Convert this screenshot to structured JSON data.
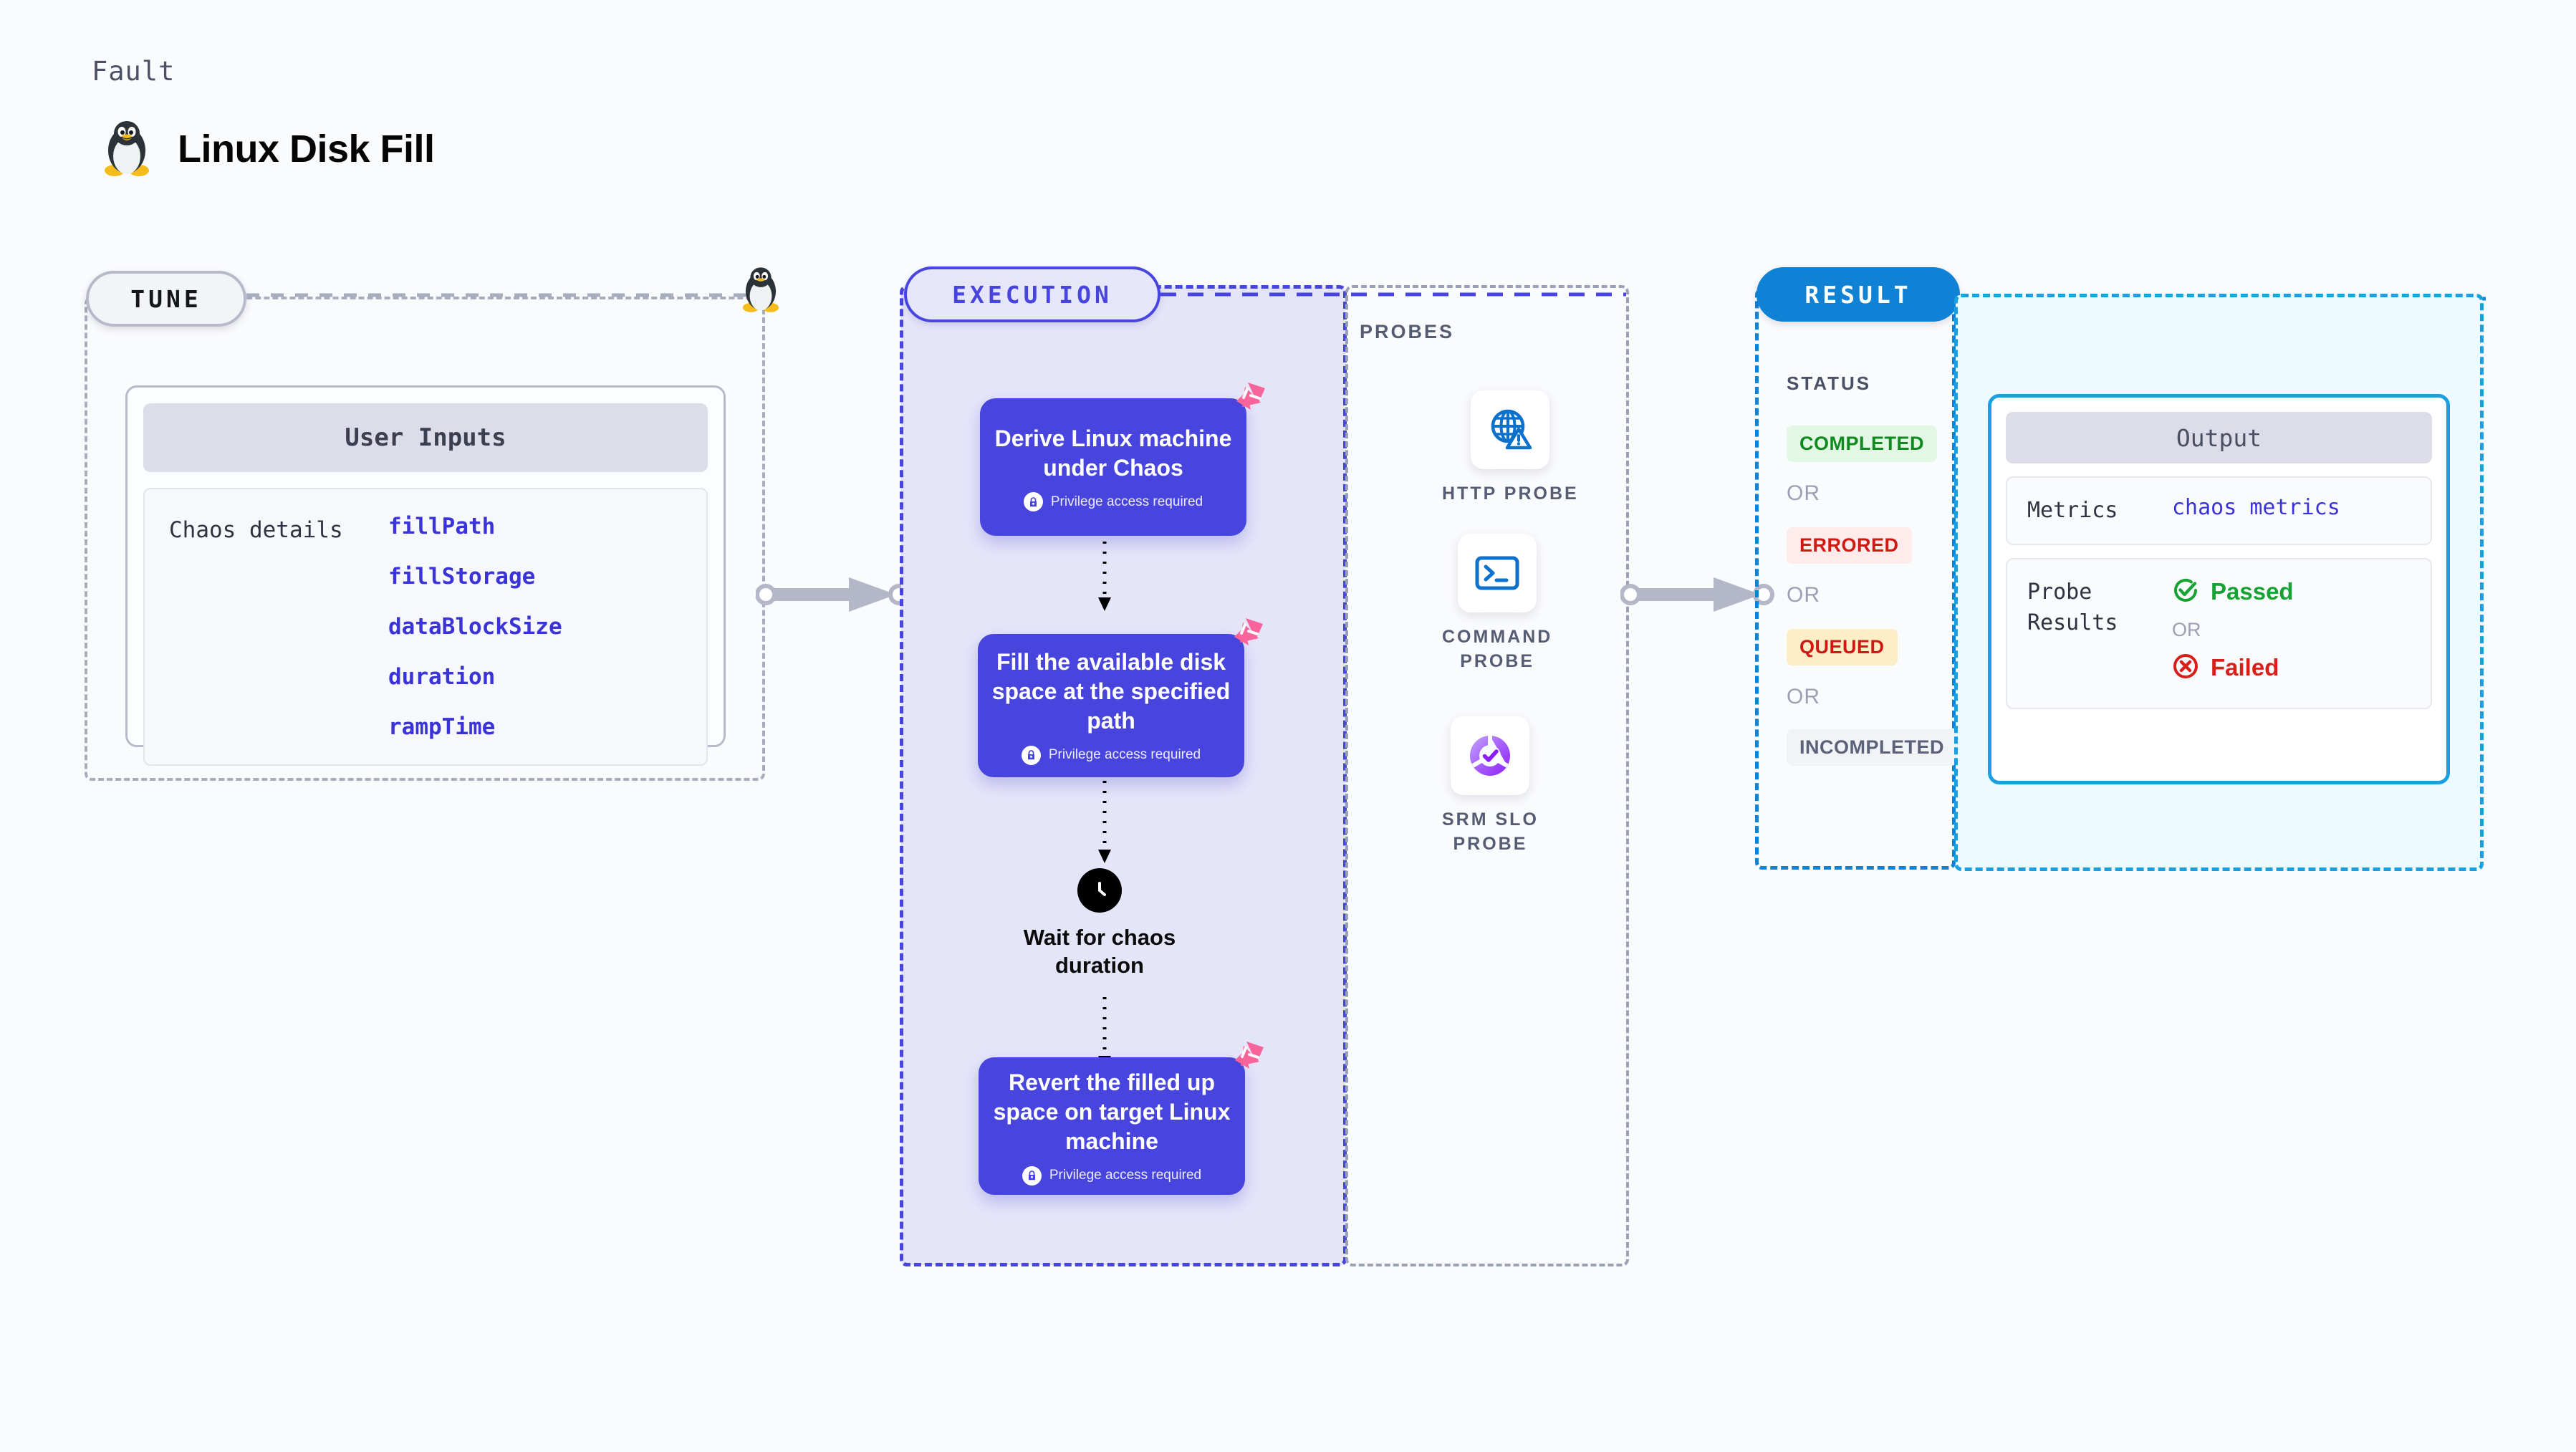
{
  "header": {
    "eyebrow": "Fault",
    "title": "Linux Disk Fill",
    "icon": "linux-tux-icon"
  },
  "tune": {
    "pill_label": "TUNE",
    "card": {
      "heading": "User Inputs",
      "row_label": "Chaos details",
      "params": [
        "fillPath",
        "fillStorage",
        "dataBlockSize",
        "duration",
        "rampTime"
      ]
    }
  },
  "execution": {
    "pill_label": "EXECUTION",
    "steps": [
      {
        "title": "Derive Linux machine under Chaos",
        "privilege": "Privilege access required",
        "badge": "litmus-mark-icon"
      },
      {
        "title": "Fill the available disk space at the specified path",
        "privilege": "Privilege access required",
        "badge": "litmus-mark-icon"
      },
      {
        "title": "Revert the filled up space on target Linux machine",
        "privilege": "Privilege access required",
        "badge": "litmus-mark-icon"
      }
    ],
    "wait": {
      "label": "Wait for chaos duration",
      "icon": "clock-icon"
    }
  },
  "probes": {
    "section_label": "PROBES",
    "items": [
      {
        "label": "HTTP PROBE",
        "icon": "globe-warning-icon"
      },
      {
        "label": "COMMAND\nPROBE",
        "icon": "terminal-icon"
      },
      {
        "label": "SRM SLO\nPROBE",
        "icon": "slo-donut-check-icon"
      }
    ]
  },
  "result": {
    "pill_label": "RESULT",
    "status_label": "STATUS",
    "or_label": "OR",
    "statuses": [
      {
        "label": "COMPLETED",
        "color": "#0f8a1f",
        "bg": "#e3f7e5"
      },
      {
        "label": "ERRORED",
        "color": "#cf1a13",
        "bg": "#fdeceb"
      },
      {
        "label": "QUEUED",
        "color": "#cf1a13",
        "bg": "#fdeec7"
      },
      {
        "label": "INCOMPLETED",
        "color": "#5b6178",
        "bg": "#f2f3f7"
      }
    ],
    "output": {
      "heading": "Output",
      "metrics_key": "Metrics",
      "metrics_value": "chaos metrics",
      "probe_results_key": "Probe Results",
      "passed_label": "Passed",
      "failed_label": "Failed",
      "or_label": "OR",
      "passed_icon": "check-circle-icon",
      "failed_icon": "x-circle-icon"
    }
  },
  "colors": {
    "indigo": "#4845de",
    "blue": "#1082d6",
    "cyan": "#1b9fe0",
    "pink": "#f9649a",
    "grey": "#a8adbd"
  }
}
